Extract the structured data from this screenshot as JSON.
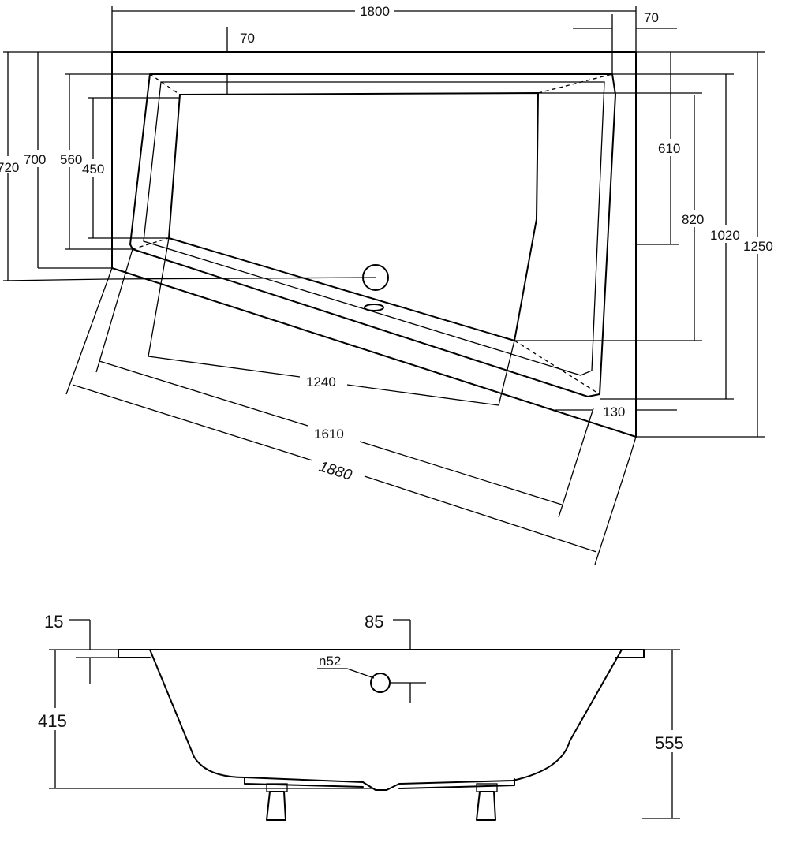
{
  "plan_view": {
    "dims": {
      "width_total": "1800",
      "rim_right": "70",
      "rim_top": "70",
      "left_720": "720",
      "left_700": "700",
      "left_560": "560",
      "left_450": "450",
      "right_610": "610",
      "right_820": "820",
      "right_1020": "1020",
      "right_1250": "1250",
      "rim_bottom": "130",
      "diag_1240": "1240",
      "diag_1610": "1610",
      "diag_1880": "1880"
    }
  },
  "section_view": {
    "dims": {
      "rim_thickness": "15",
      "rim_offset": "85",
      "overflow_diameter": "n52",
      "height_415": "415",
      "height_555": "555"
    }
  }
}
